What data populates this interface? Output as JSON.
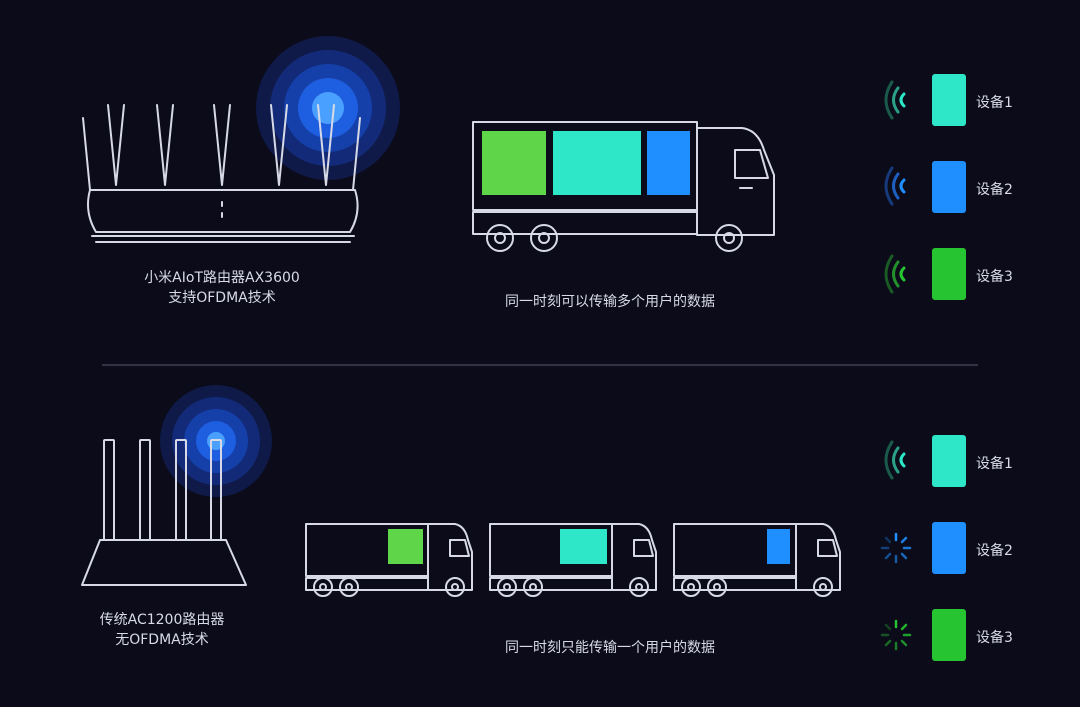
{
  "top": {
    "router_caption_line1": "小米AIoT路由器AX3600",
    "router_caption_line2": "支持OFDMA技术",
    "truck_caption": "同一时刻可以传输多个用户的数据"
  },
  "bottom": {
    "router_caption_line1": "传统AC1200路由器",
    "router_caption_line2": "无OFDMA技术",
    "truck_caption": "同一时刻只能传输一个用户的数据"
  },
  "devices_top": [
    {
      "label": "设备1",
      "color": "#2ee6c8",
      "signal": "wifi-waves"
    },
    {
      "label": "设备2",
      "color": "#1f8fff",
      "signal": "wifi-waves"
    },
    {
      "label": "设备3",
      "color": "#27c431",
      "signal": "wifi-waves"
    }
  ],
  "devices_bottom": [
    {
      "label": "设备1",
      "color": "#2ee6c8",
      "signal": "wifi-waves"
    },
    {
      "label": "设备2",
      "color": "#1f8fff",
      "signal": "loading-spinner"
    },
    {
      "label": "设备3",
      "color": "#27c431",
      "signal": "loading-spinner"
    }
  ],
  "colors": {
    "background": "#0b0b1a",
    "line": "#d7dae6",
    "green": "#5fd64a",
    "cyan": "#2ee6c8",
    "blue": "#1f8fff",
    "glow": "#1e6cff"
  }
}
